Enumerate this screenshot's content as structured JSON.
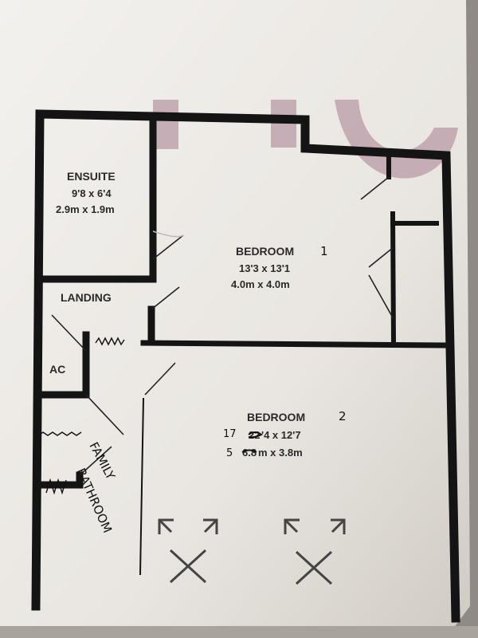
{
  "rooms": {
    "ensuite": {
      "name": "ENSUITE",
      "imperial": "9'8 x 6'4",
      "metric": "2.9m x 1.9m"
    },
    "bedroom1": {
      "name": "BEDROOM",
      "number_handwritten": "1",
      "imperial": "13'3 x 13'1",
      "metric": "4.0m x 4.0m"
    },
    "landing": {
      "name": "LANDING"
    },
    "ac": {
      "name": "AC"
    },
    "bedroom2": {
      "name": "BEDROOM",
      "number_handwritten": "2",
      "imperial_crossed": "22",
      "imperial_rest": "'4 x 12'7",
      "imperial_correction": "17",
      "metric_crossed": "6.8",
      "metric_rest": "m x 3.8m",
      "metric_correction": "5"
    },
    "family_bathroom": {
      "line1": "FAMILY",
      "line2": "BATHROOM"
    }
  },
  "colors": {
    "wall": "#141414",
    "paper": "#efece7",
    "watermark": "#b89aa6"
  }
}
